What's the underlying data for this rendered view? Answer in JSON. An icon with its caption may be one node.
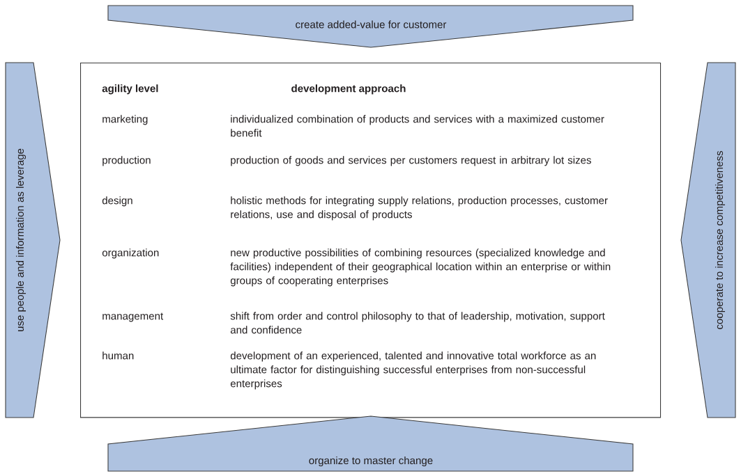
{
  "diagram": {
    "nodes": [
      {
        "text": [
          "create added-value for customer"
        ]
      },
      {
        "text": [
          "use people and information as leverage"
        ]
      },
      {
        "text": [
          "agility level",
          "development approach",
          "marketing",
          "individualized combination of products and services with a maximized customer benefit",
          "production",
          "production of goods and services per customers request in arbitrary lot sizes",
          "design",
          "holistic methods for integrating supply relations, production processes, customer relations, use and disposal of products",
          "organization",
          "new productive possibilities of combining resources (specialized knowledge and facilities) independent of their geographical location within an enterprise or within groups of cooperating enterprises",
          "management",
          "shift from order and control philosophy to that of leadership, motivation, support and confidence",
          "human",
          "development of an experienced, talented and innovative total workforce as an ultimate factor for distinguishing successful enterprises from non-successful enterprises"
        ]
      },
      {
        "text": [
          "cooperate to increase competitiveness"
        ]
      },
      {
        "text": [
          "organize to master change"
        ]
      }
    ]
  }
}
